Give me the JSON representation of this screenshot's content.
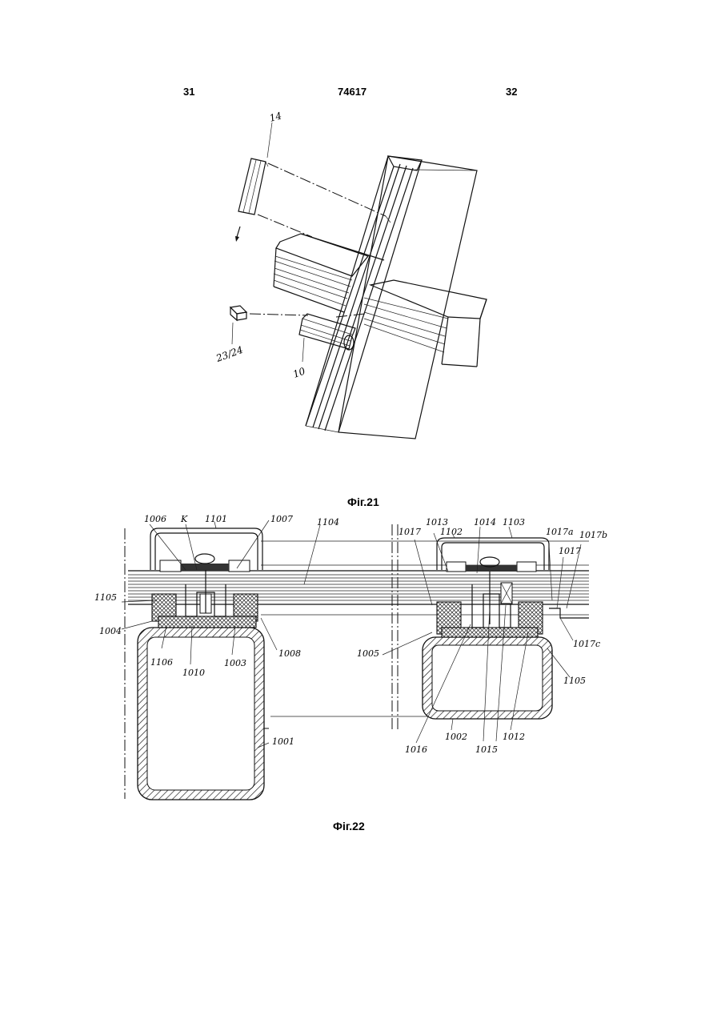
{
  "header": {
    "page_left": "31",
    "patent_number": "74617",
    "page_right": "32"
  },
  "figures": [
    {
      "caption": "Фіг.21",
      "labels": {
        "l14": "14",
        "l23_24": "23/24",
        "l10": "10"
      }
    },
    {
      "caption": "Фіг.22",
      "labels": {
        "l1006": "1006",
        "lK": "K",
        "l1101": "1101",
        "l1007": "1007",
        "l1104": "1104",
        "l1105a": "1105",
        "l1004": "1004",
        "l1106": "1106",
        "l1010": "1010",
        "l1003": "1003",
        "l1008": "1008",
        "l1001": "1001",
        "l1017a_top": "1017",
        "l1013": "1013",
        "l1102": "1102",
        "l1014": "1014",
        "l1103": "1103",
        "l1017a": "1017a",
        "l1017b": "1017b",
        "l1017c_top": "1017",
        "l1005": "1005",
        "l1017c": "1017c",
        "l1105b": "1105",
        "l1016": "1016",
        "l1002": "1002",
        "l1015": "1015",
        "l1012": "1012"
      }
    }
  ]
}
